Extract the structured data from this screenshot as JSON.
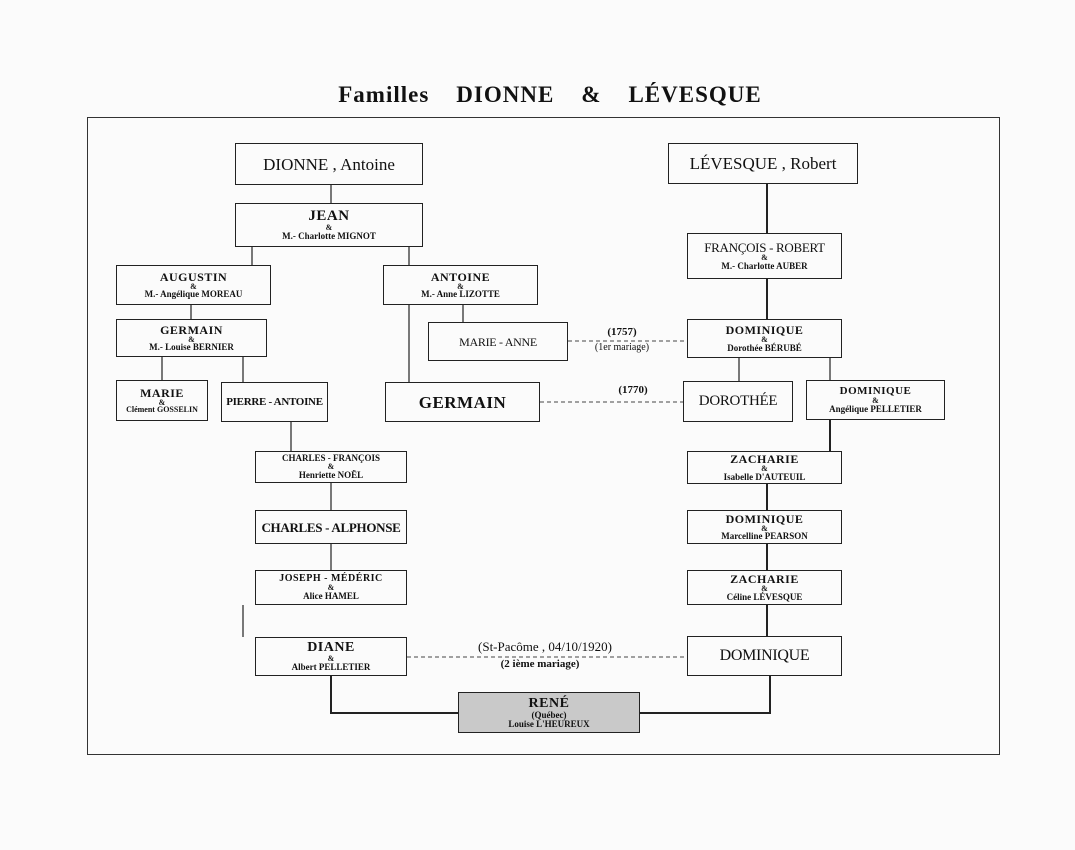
{
  "title": "Familles    DIONNE    &    LÉVESQUE",
  "amp": "&",
  "left": {
    "root": "DIONNE , Antoine",
    "jean": {
      "name": "JEAN",
      "spouse": "M.- Charlotte MIGNOT"
    },
    "augustin": {
      "name": "AUGUSTIN",
      "spouse": "M.- Angélique MOREAU"
    },
    "antoine": {
      "name": "ANTOINE",
      "spouse": "M.- Anne LIZOTTE"
    },
    "germain1": {
      "name": "GERMAIN",
      "spouse": "M.- Louise BERNIER"
    },
    "marie_anne": "MARIE - ANNE",
    "marie": {
      "name": "MARIE",
      "spouse": "Clément GOSSELIN"
    },
    "pierre_antoine": "PIERRE - ANTOINE",
    "germain2": "GERMAIN",
    "charles_francois": {
      "name": "CHARLES - FRANÇOIS",
      "spouse": "Henriette NOËL"
    },
    "charles_alphonse": "CHARLES - ALPHONSE",
    "joseph_mederic": {
      "name": "JOSEPH - MÉDÉRIC",
      "spouse": "Alice HAMEL"
    },
    "diane": {
      "name": "DIANE",
      "spouse": "Albert PELLETIER"
    }
  },
  "right": {
    "root": "LÉVESQUE , Robert",
    "francois_robert": {
      "name": "FRANÇOIS - ROBERT",
      "spouse": "M.- Charlotte AUBER"
    },
    "dominique1": {
      "name": "DOMINIQUE",
      "spouse": "Dorothée BÉRUBÉ"
    },
    "dorothee": "DOROTHÉE",
    "dominique2": {
      "name": "DOMINIQUE",
      "spouse": "Angélique PELLETIER"
    },
    "zacharie1": {
      "name": "ZACHARIE",
      "spouse": "Isabelle D'AUTEUIL"
    },
    "dominique3": {
      "name": "DOMINIQUE",
      "spouse": "Marcelline PEARSON"
    },
    "zacharie2": {
      "name": "ZACHARIE",
      "spouse": "Céline LÉVESQUE"
    },
    "dominique4": "DOMINIQUE"
  },
  "marriages": {
    "m1757": {
      "date": "(1757)",
      "note": "(1er mariage)"
    },
    "m1770": {
      "date": "(1770)"
    },
    "m1920": {
      "date": "(St-Pacôme , 04/10/1920)",
      "note": "(2 ième mariage)"
    }
  },
  "rene": {
    "name": "RENÉ",
    "place": "(Québec)",
    "spouse": "Louise L'HEUREUX"
  }
}
